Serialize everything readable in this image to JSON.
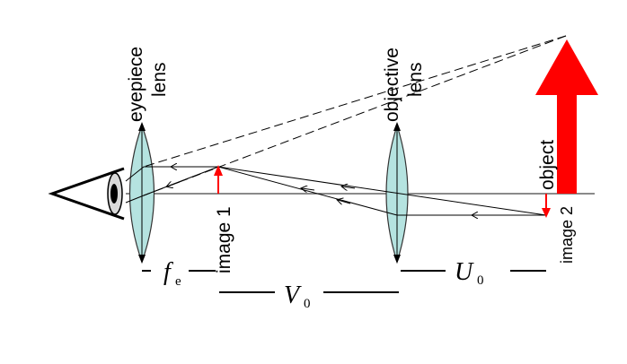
{
  "labels": {
    "eyepiece_line1": "eyepiece",
    "eyepiece_line2": "lens",
    "objective_line1": "objective",
    "objective_line2": "lens",
    "object": "object",
    "image1": "image 1",
    "image2": "image  2",
    "fe_symbol": "f",
    "fe_sub": "e",
    "vo_symbol": "V",
    "vo_sub": "0",
    "uo_symbol": "U",
    "uo_sub": "0"
  },
  "colors": {
    "lens_fill": "#b5e3e0",
    "arrow": "#ff0000",
    "ray": "#000000",
    "axis": "#444444"
  }
}
